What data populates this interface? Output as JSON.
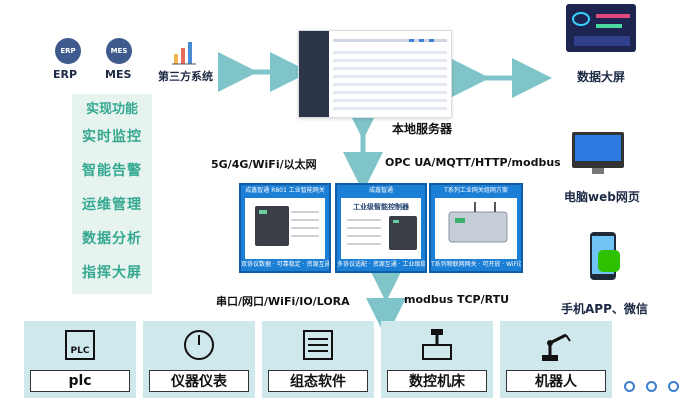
{
  "systems": [
    {
      "label": "ERP",
      "icon": "erp-icon"
    },
    {
      "label": "MES",
      "icon": "mes-icon"
    },
    {
      "label": "第三方系统",
      "icon": "third-party-chart-icon"
    }
  ],
  "functions": {
    "title": "实现功能",
    "items": [
      "实时监控",
      "智能告警",
      "运维管理",
      "数据分析",
      "指挥大屏"
    ]
  },
  "server": {
    "label": "本地服务器"
  },
  "protocols": {
    "upper_left": "5G/4G/WiFi/以太网",
    "upper_right": "OPC UA/MQTT/HTTP/modbus",
    "lower_left": "串口/网口/WiFi/IO/LORA",
    "lower_right": "modbus TCP/RTU"
  },
  "gateways": [
    {
      "header": "成鑫智通 R801 工业智能网关",
      "subtitle": "",
      "footer": "双协议数据 · 可靠稳定 · 资源互通"
    },
    {
      "header": "成鑫智通",
      "subtitle": "工业级智能控制器",
      "footer": "多协议适配 · 资源互通 · 工业级稳定"
    },
    {
      "header": "T系列工业网关组网方案",
      "subtitle": "",
      "footer": "T系列物联网网关 · 可开放 · WiFi连接"
    }
  ],
  "clients": [
    {
      "label": "数据大屏",
      "icon": "dashboard-screen-icon"
    },
    {
      "label": "电脑web网页",
      "icon": "desktop-monitor-icon"
    },
    {
      "label": "手机APP、微信",
      "icon": "mobile-wechat-icon"
    }
  ],
  "devices": [
    {
      "label": "plc",
      "icon": "plc-icon"
    },
    {
      "label": "仪器仪表",
      "icon": "gauge-icon"
    },
    {
      "label": "组态软件",
      "icon": "sliders-icon"
    },
    {
      "label": "数控机床",
      "icon": "cnc-machine-icon"
    },
    {
      "label": "机器人",
      "icon": "robot-arm-icon"
    }
  ],
  "colors": {
    "accent": "#35a890",
    "arrow": "#7fc4c8",
    "gateway": "#1c7fd6",
    "device_bg": "#cfe8ec"
  }
}
